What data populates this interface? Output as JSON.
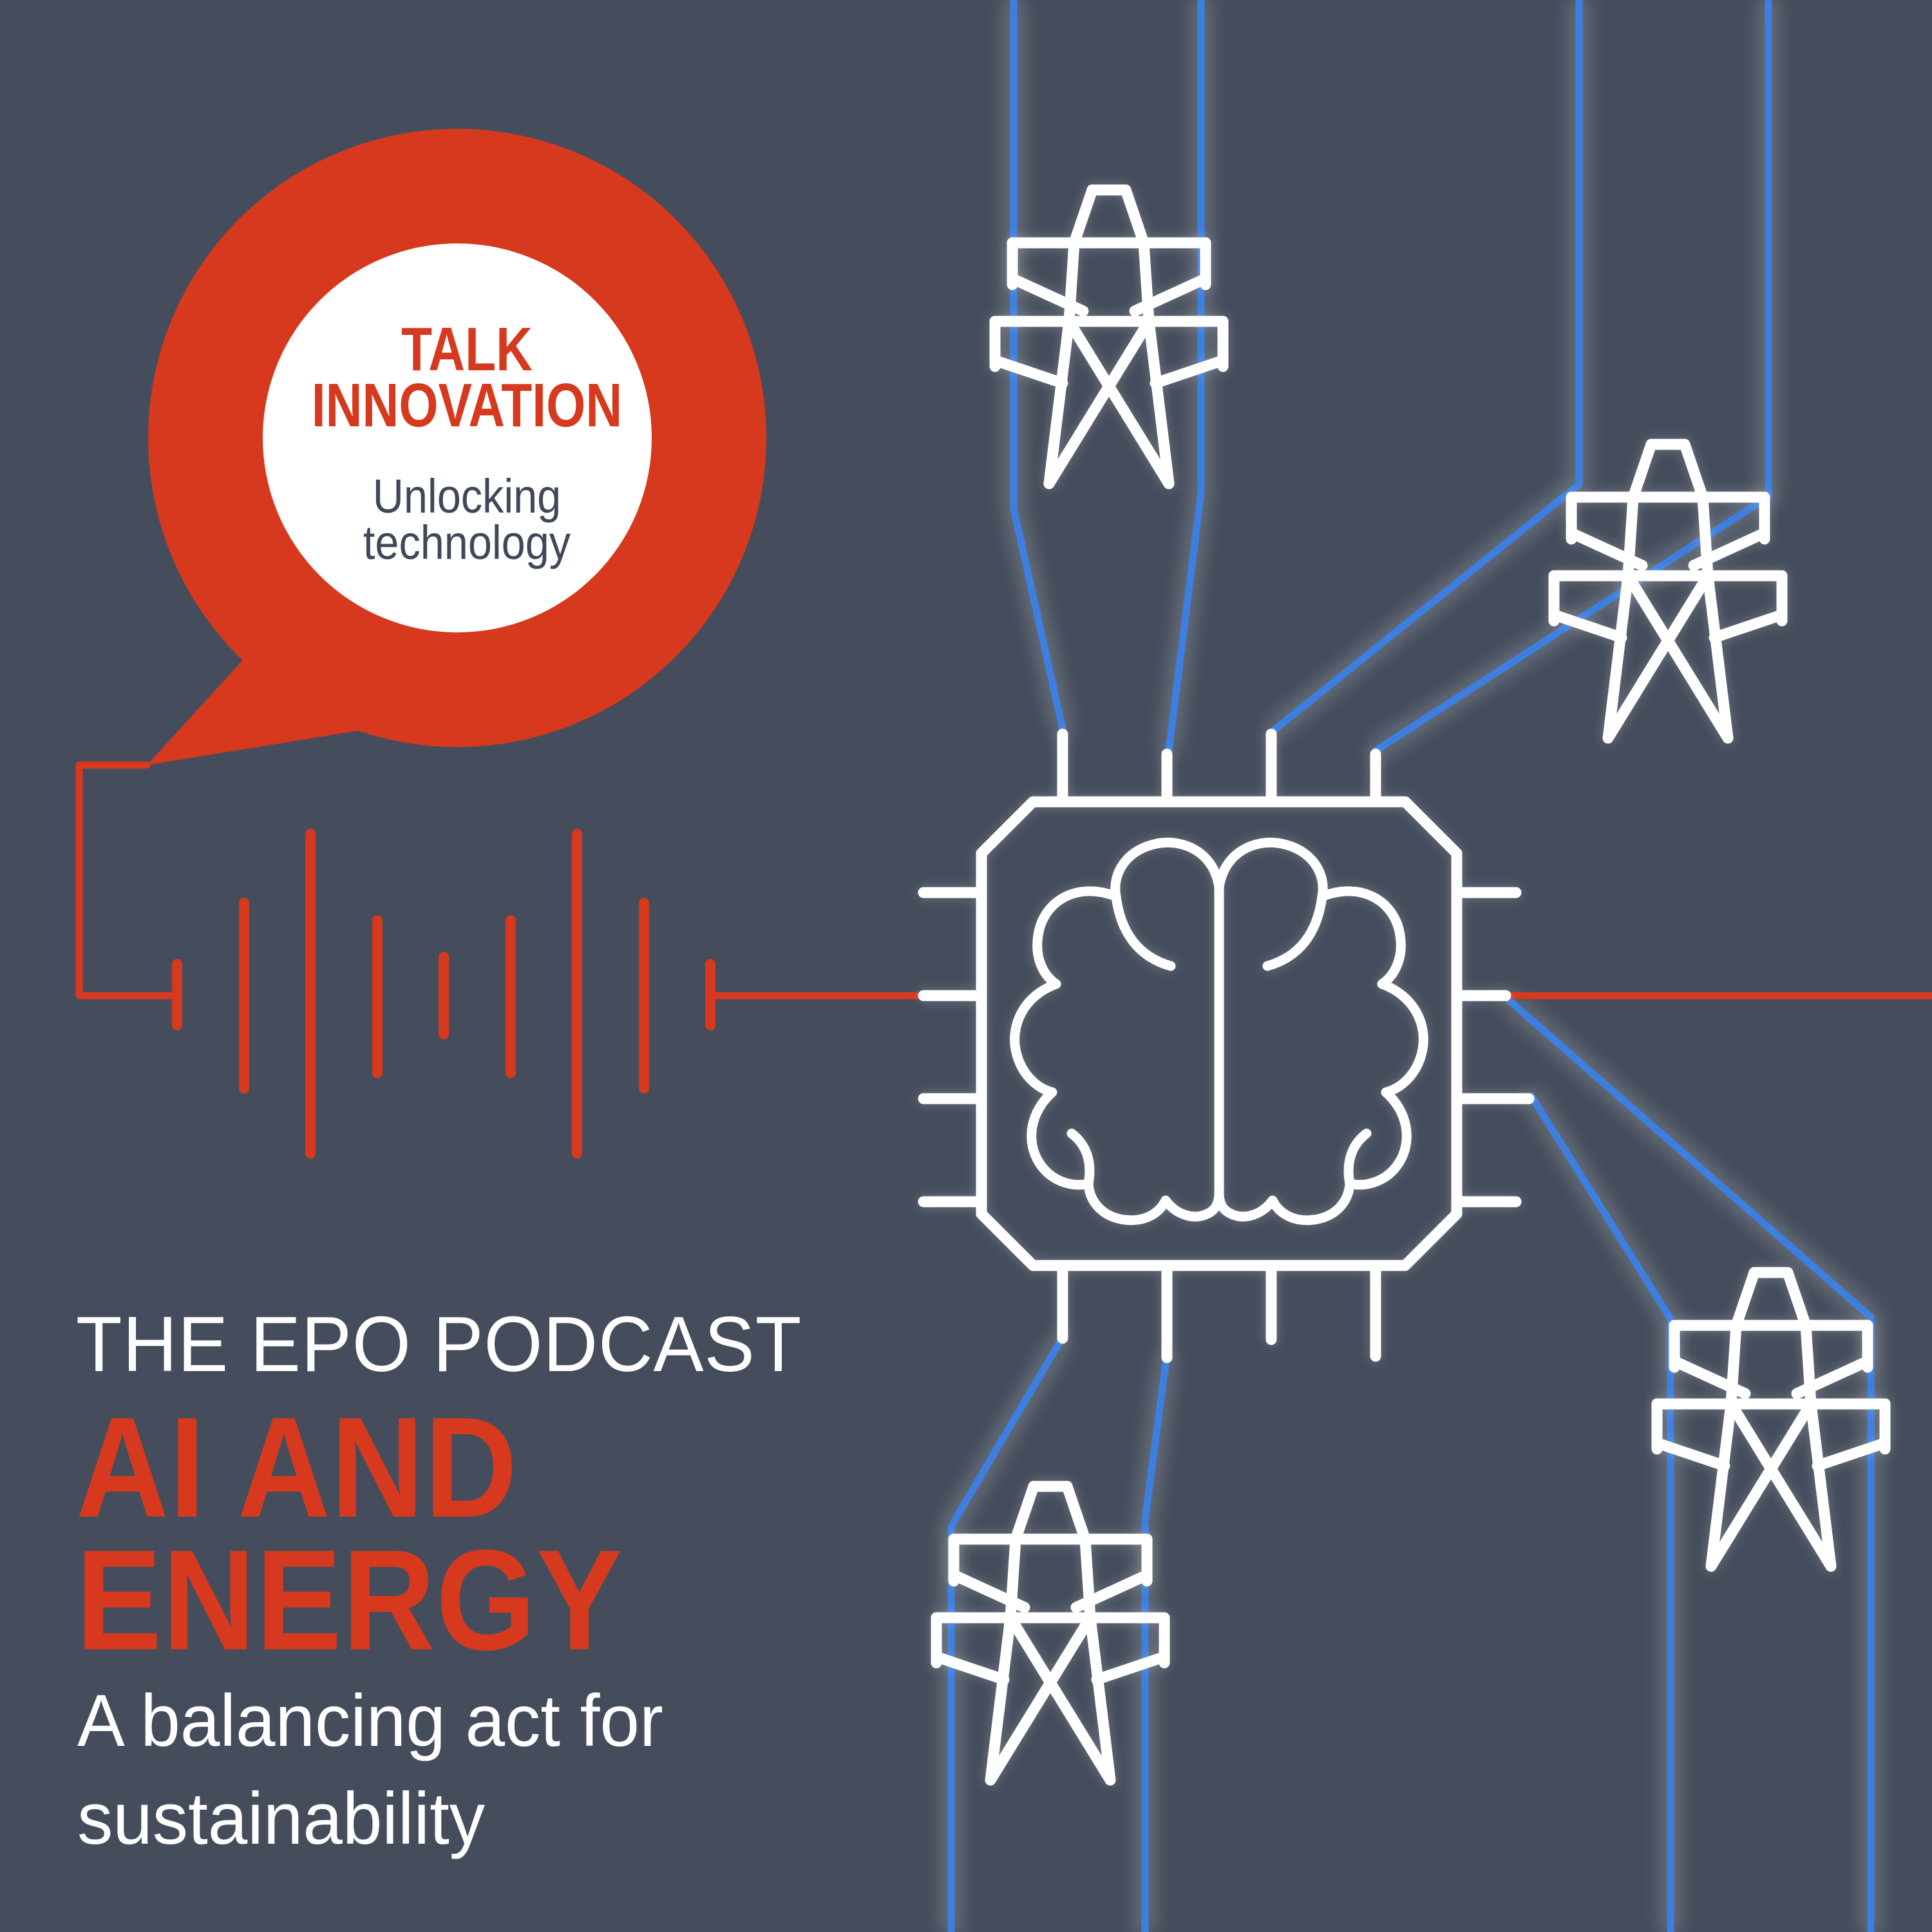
{
  "theme": {
    "background": "#454D5C",
    "red": "#D6391E",
    "blue": "#3C7FE1",
    "white": "#FFFFFF",
    "dark_text": "#3F4859"
  },
  "bubble": {
    "title_line1": "TALK",
    "title_line2": "INNOVATION",
    "tagline_line1": "Unlocking",
    "tagline_line2": "technology"
  },
  "titles": {
    "kicker": "THE EPO PODCAST",
    "title_line1": "AI AND",
    "title_line2": "ENERGY",
    "subtitle_line1": "A balancing act for",
    "subtitle_line2": "sustainability"
  },
  "icons": {
    "speech_bubble": "speech-bubble-icon",
    "waveform": "audio-waveform-icon",
    "chip": "cpu-chip-icon",
    "brain": "brain-icon",
    "pylons": [
      "pylon-top",
      "pylon-top-right",
      "pylon-bottom-right",
      "pylon-bottom"
    ],
    "blue_lines": "power-lines",
    "red_lines": "signal-line"
  }
}
